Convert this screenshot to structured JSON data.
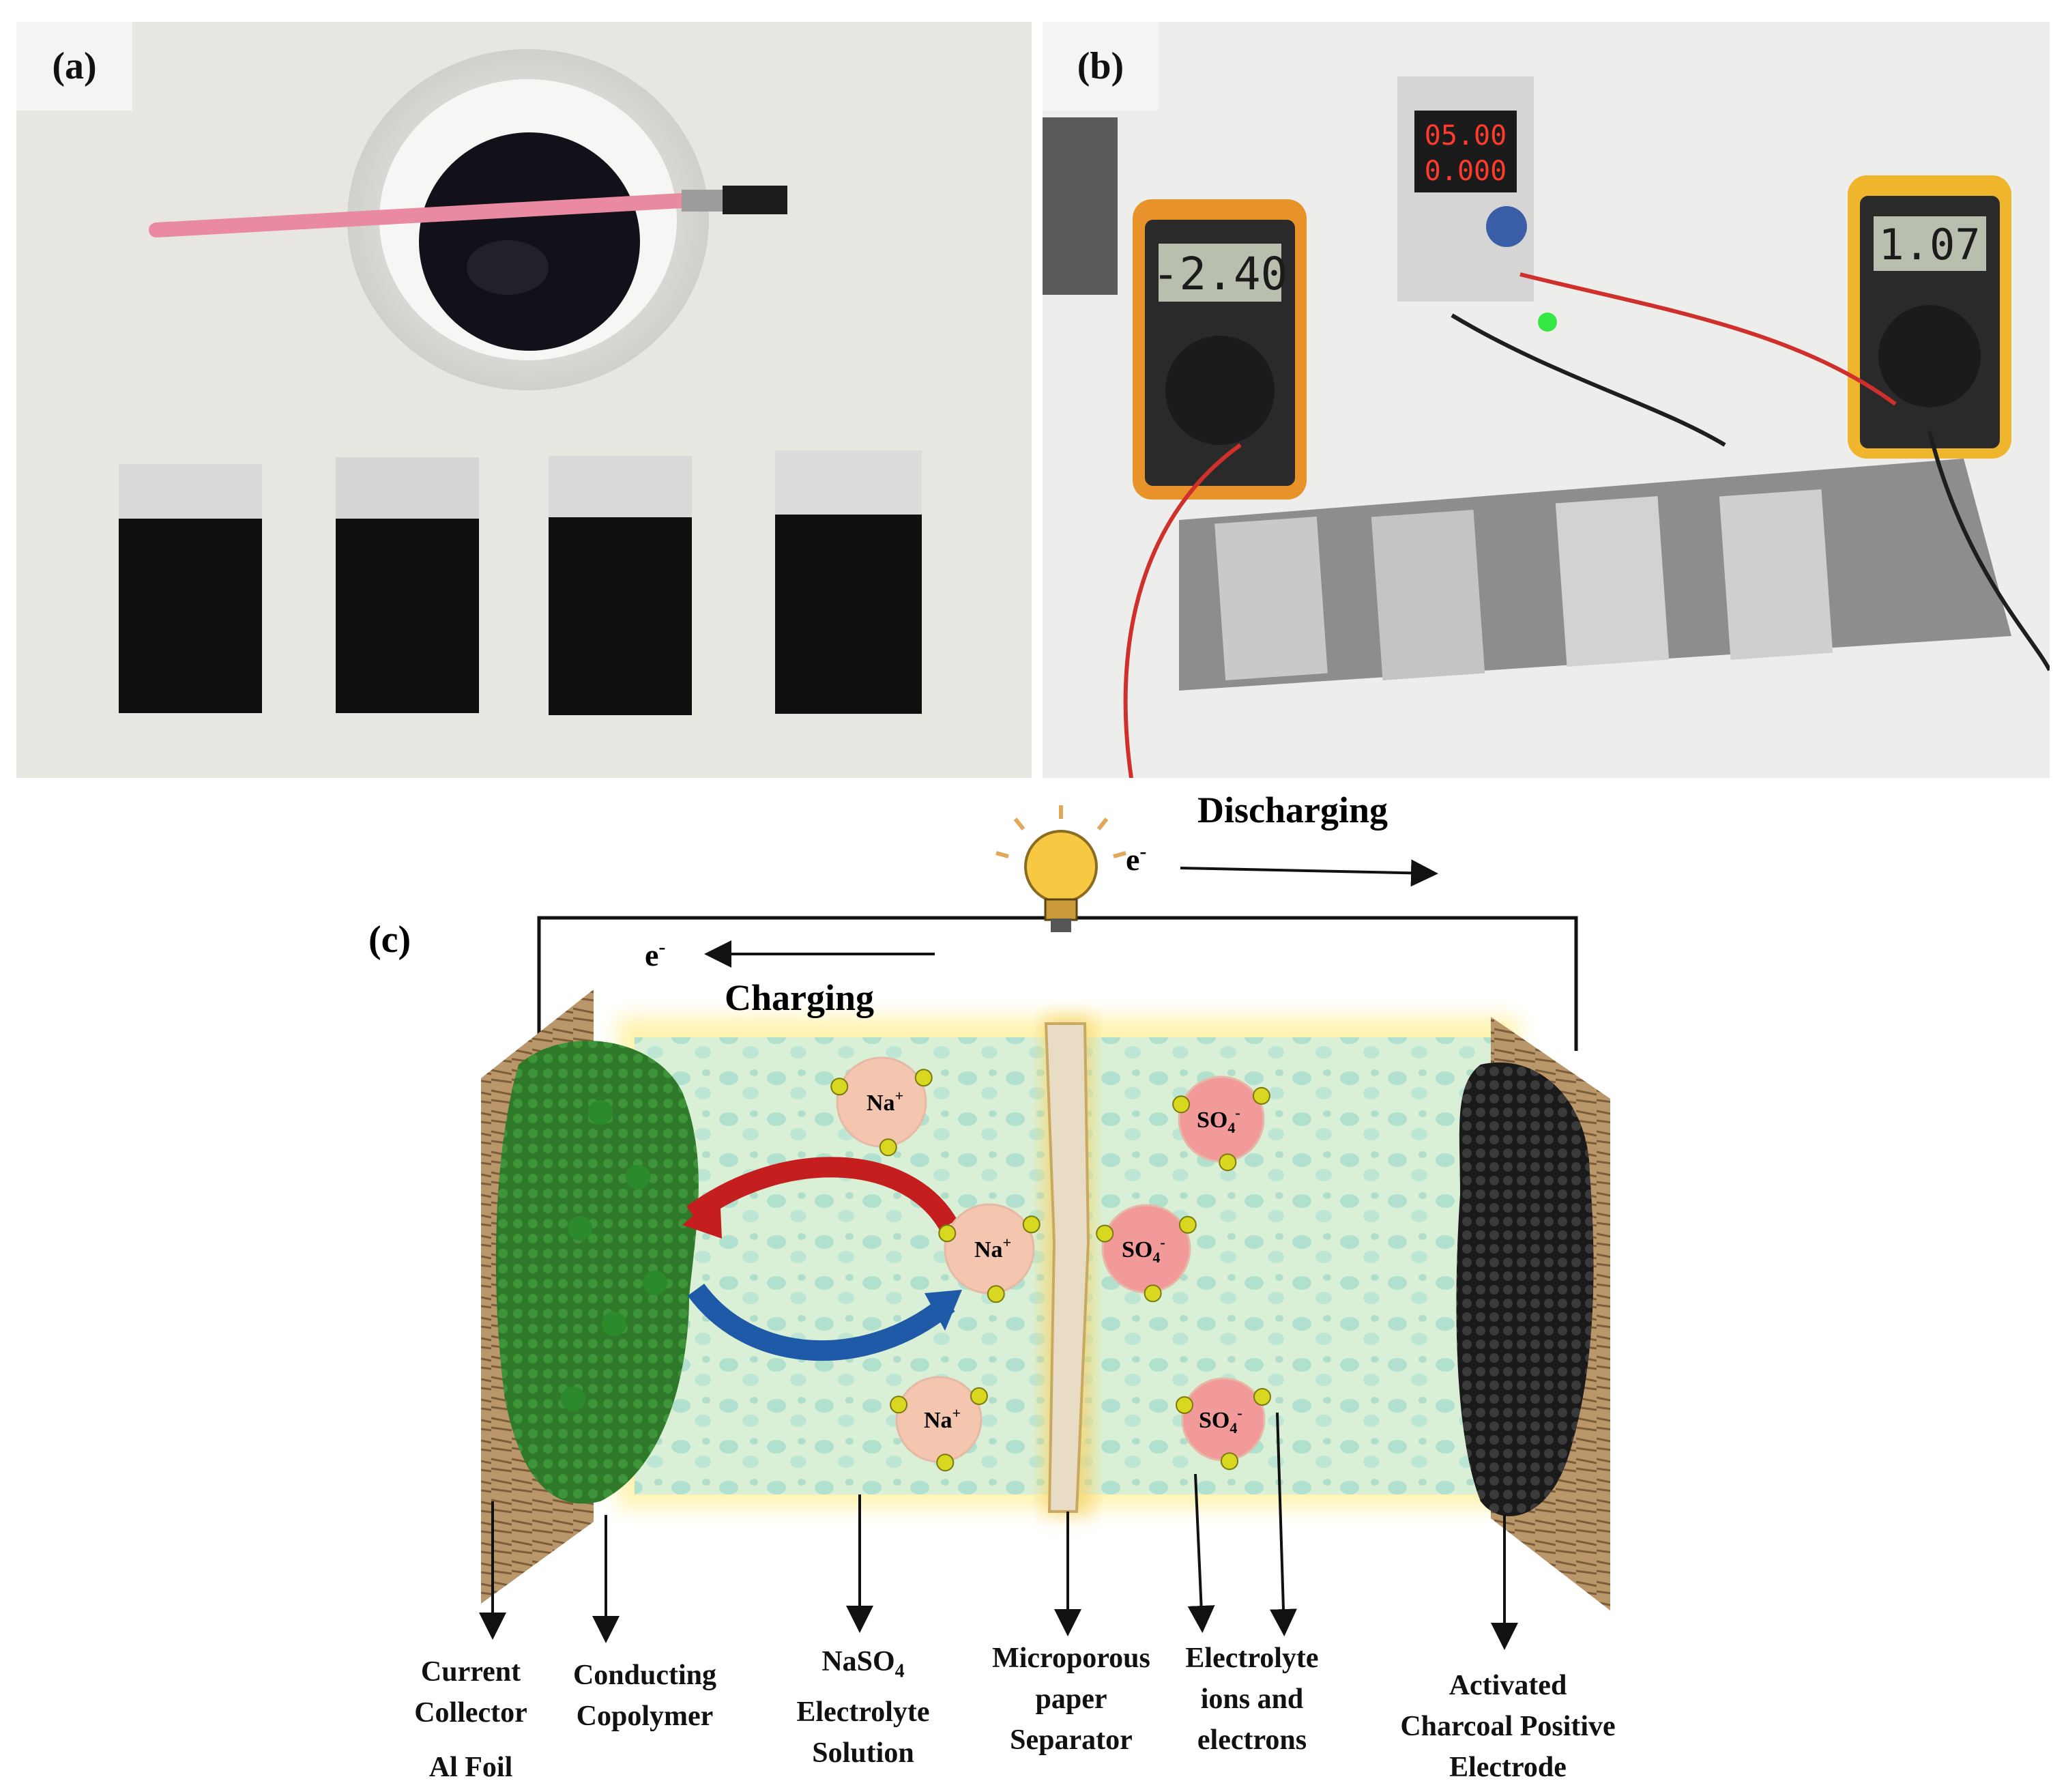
{
  "panels": {
    "a": {
      "tag": "(a)"
    },
    "b": {
      "tag": "(b)",
      "meter_left": "-2.40",
      "psu_volts": "05.00",
      "psu_amps": "0.000",
      "meter_right": "1.07"
    },
    "c": {
      "tag": "(c)"
    }
  },
  "diagram": {
    "discharging": "Discharging",
    "charging": "Charging",
    "electron": "e",
    "electron_sup": "-",
    "ions": {
      "na": "Na",
      "na_sup": "+",
      "so4": "SO",
      "so4_sub": "4",
      "so4_sup": "-"
    },
    "labels": {
      "current_collector_1": "Current",
      "current_collector_2": "Collector",
      "current_collector_3": "Al Foil",
      "conducting_1": "Conducting",
      "conducting_2": "Copolymer",
      "electrolyte_1": "NaSO",
      "electrolyte_1_sub": "4",
      "electrolyte_2": "Electrolyte",
      "electrolyte_3": "Solution",
      "separator_1": "Microporous",
      "separator_2": "paper",
      "separator_3": "Separator",
      "ions_1": "Electrolyte",
      "ions_2": "ions and",
      "ions_3": "electrons",
      "positive_1": "Activated",
      "positive_2": "Charcoal Positive",
      "positive_3": "Electrode"
    }
  },
  "colors": {
    "electrolyte": "#d9f0d6",
    "separator": "#e8dcc4",
    "polymer": "#2f7a2a",
    "charcoal": "#1e1e1e",
    "na_ion": "#f4c6b0",
    "so4_ion": "#f29a9a",
    "ion_dot": "#d8d820",
    "arrow_red": "#c41e1e",
    "arrow_blue": "#1e5aa8"
  }
}
